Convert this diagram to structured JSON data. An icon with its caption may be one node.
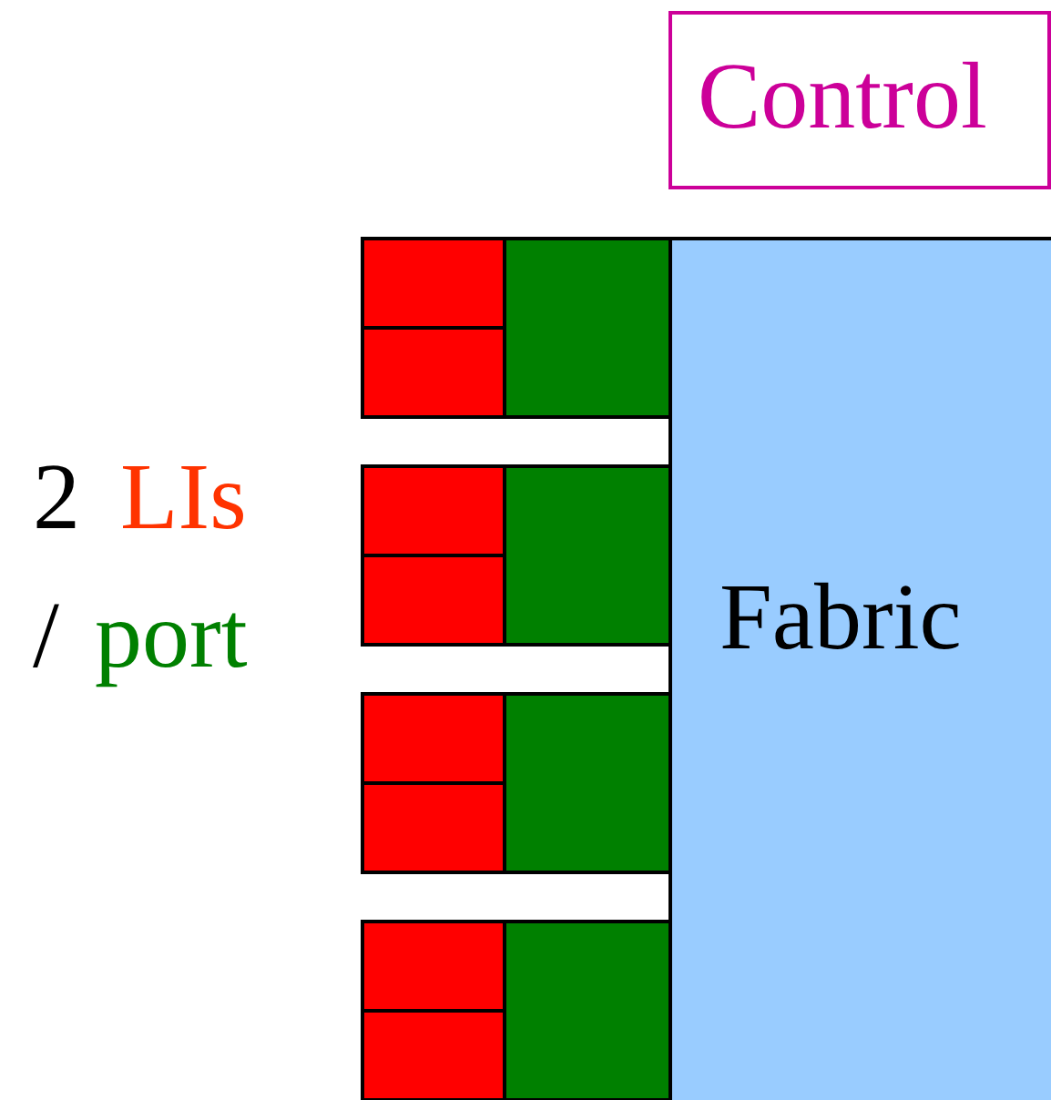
{
  "diagram": {
    "nodes": [
      {
        "text": [
          "Control"
        ]
      },
      {
        "text": [
          "Fabric"
        ]
      },
      {
        "text": [],
        "shape": "box"
      },
      {
        "text": [],
        "shape": "box"
      },
      {
        "text": [],
        "shape": "box"
      },
      {
        "text": [],
        "shape": "box"
      },
      {
        "text": [],
        "shape": "box"
      },
      {
        "text": [],
        "shape": "box"
      },
      {
        "text": [],
        "shape": "box"
      },
      {
        "text": [],
        "shape": "box"
      },
      {
        "text": [],
        "shape": "box"
      },
      {
        "text": [],
        "shape": "box"
      },
      {
        "text": [],
        "shape": "box"
      },
      {
        "text": [],
        "shape": "box"
      }
    ],
    "labels": [
      "2",
      "LIs",
      "/",
      "port"
    ]
  }
}
